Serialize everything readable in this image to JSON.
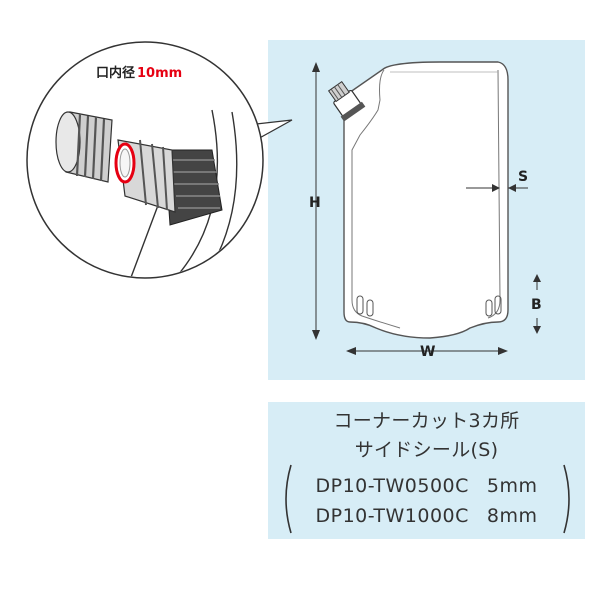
{
  "inset": {
    "label_prefix": "口内径",
    "label_value": "10mm",
    "accent_color": "#e60012"
  },
  "dimensions": {
    "h": "H",
    "w": "W",
    "s": "S",
    "b": "B"
  },
  "spec": {
    "line1": "コーナーカット3カ所",
    "line2": "サイドシール(S)",
    "models": [
      {
        "code": "DP10-TW0500C",
        "seal": "5mm"
      },
      {
        "code": "DP10-TW1000C",
        "seal": "8mm"
      }
    ]
  },
  "colors": {
    "panel_bg": "#d7edf6",
    "line": "#333333"
  }
}
